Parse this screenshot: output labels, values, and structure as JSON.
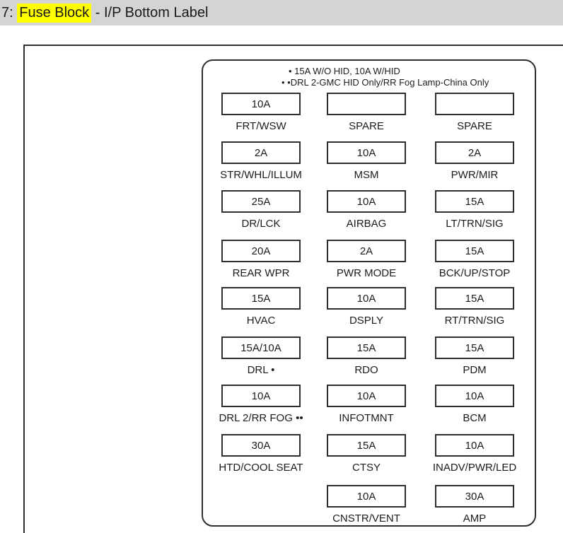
{
  "header": {
    "prefix": "7: ",
    "highlight": "Fuse Block",
    "suffix": " - I/P Bottom Label"
  },
  "colors": {
    "titlebar_bg": "#d4d4d4",
    "highlight_bg": "#ffff00",
    "line": "#2e2e2e",
    "text": "#1c1c1c"
  },
  "diagram": {
    "notes": {
      "line1": "• 15A W/O HID, 10A W/HID",
      "line2": "• •DRL 2-GMC HID Only/RR Fog Lamp-China Only"
    },
    "columns": 3,
    "rows": [
      [
        {
          "amp": "10A",
          "label": "FRT/WSW"
        },
        {
          "amp": "",
          "label": "SPARE"
        },
        {
          "amp": "",
          "label": "SPARE"
        }
      ],
      [
        {
          "amp": "2A",
          "label": "STR/WHL/ILLUM"
        },
        {
          "amp": "10A",
          "label": "MSM"
        },
        {
          "amp": "2A",
          "label": "PWR/MIR"
        }
      ],
      [
        {
          "amp": "25A",
          "label": "DR/LCK"
        },
        {
          "amp": "10A",
          "label": "AIRBAG"
        },
        {
          "amp": "15A",
          "label": "LT/TRN/SIG"
        }
      ],
      [
        {
          "amp": "20A",
          "label": "REAR WPR"
        },
        {
          "amp": "2A",
          "label": "PWR MODE"
        },
        {
          "amp": "15A",
          "label": "BCK/UP/STOP"
        }
      ],
      [
        {
          "amp": "15A",
          "label": "HVAC"
        },
        {
          "amp": "10A",
          "label": "DSPLY"
        },
        {
          "amp": "15A",
          "label": "RT/TRN/SIG"
        }
      ],
      [
        {
          "amp": "15A/10A",
          "label": "DRL •"
        },
        {
          "amp": "15A",
          "label": "RDO"
        },
        {
          "amp": "15A",
          "label": "PDM"
        }
      ],
      [
        {
          "amp": "10A",
          "label": "DRL 2/RR FOG ••"
        },
        {
          "amp": "10A",
          "label": "INFOTMNT"
        },
        {
          "amp": "10A",
          "label": "BCM"
        }
      ],
      [
        {
          "amp": "30A",
          "label": "HTD/COOL SEAT"
        },
        {
          "amp": "15A",
          "label": "CTSY"
        },
        {
          "amp": "10A",
          "label": "INADV/PWR/LED"
        }
      ],
      [
        null,
        {
          "amp": "10A",
          "label": "CNSTR/VENT"
        },
        {
          "amp": "30A",
          "label": "AMP"
        }
      ]
    ]
  }
}
